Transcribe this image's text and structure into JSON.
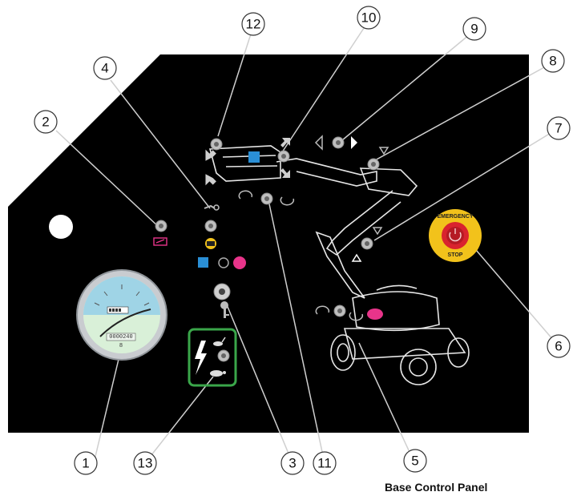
{
  "caption": "Base Control Panel",
  "callouts": [
    "1",
    "2",
    "3",
    "4",
    "5",
    "6",
    "7",
    "8",
    "9",
    "10",
    "11",
    "12",
    "13"
  ],
  "emergency_stop": {
    "top_text": "EMERGENCY",
    "bottom_text": "STOP"
  },
  "hour_meter": {
    "reading": "0000240",
    "digit": "8"
  },
  "colors": {
    "panel": "#000000",
    "estop_yellow": "#f2c21b",
    "estop_red": "#d9232e",
    "green_frame": "#3aa64a",
    "blue_square": "#2a8fd6",
    "magenta_dot": "#e8348a",
    "gauge_face": "#d9f0d8",
    "gauge_ring": "#c9ccd0"
  },
  "icons": [
    "battery-icon",
    "wrench-icon",
    "key-icon",
    "lightning-icon",
    "turtle-icon",
    "rabbit-icon",
    "rotate-left-icon",
    "rotate-right-icon",
    "arrow-up-icon",
    "arrow-down-icon",
    "triangle-left-icon",
    "triangle-right-icon"
  ]
}
